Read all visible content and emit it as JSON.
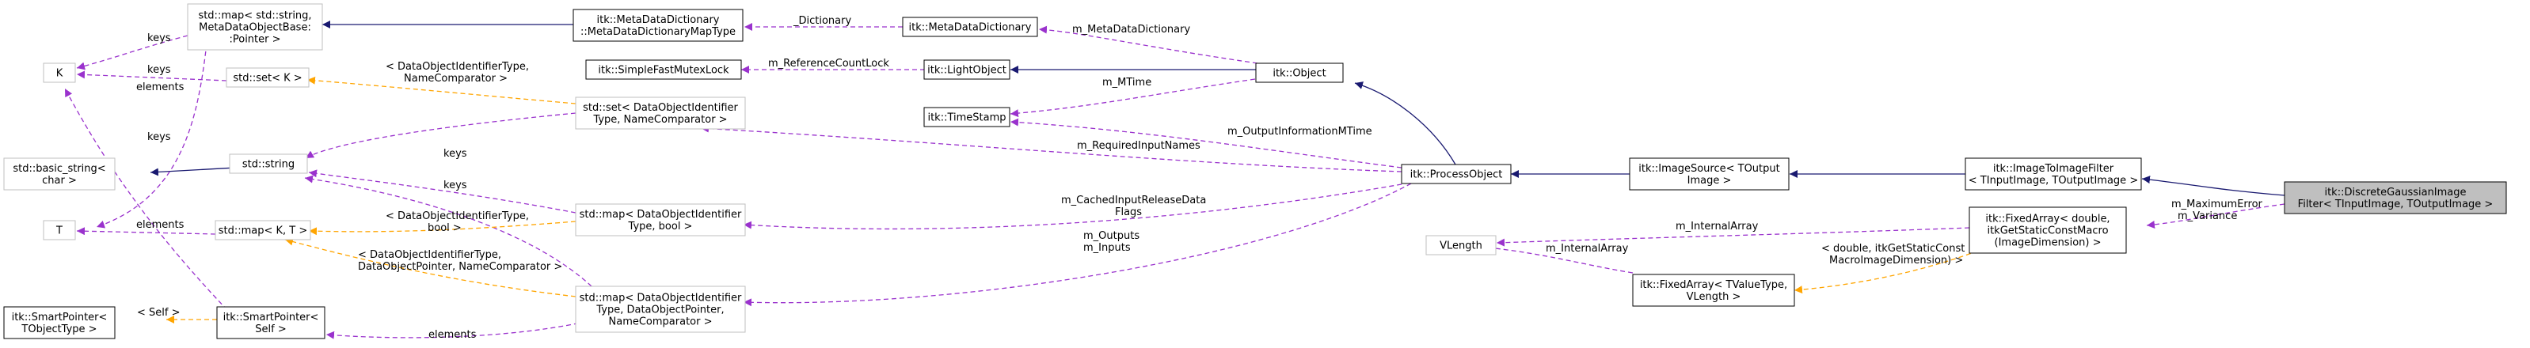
{
  "nodes": {
    "discrete": [
      "itk::DiscreteGaussianImage",
      "Filter< TInputImage, TOutputImage >"
    ],
    "img2img": [
      "itk::ImageToImageFilter",
      "< TInputImage, TOutputImage >"
    ],
    "imgsource": [
      "itk::ImageSource< TOutput",
      "Image >"
    ],
    "procobj": [
      "itk::ProcessObject"
    ],
    "object": [
      "itk::Object"
    ],
    "lightobj": [
      "itk::LightObject"
    ],
    "timestamp": [
      "itk::TimeStamp"
    ],
    "mdd": [
      "itk::MetaDataDictionary"
    ],
    "mddmap": [
      "itk::MetaDataDictionary",
      "::MetaDataDictionaryMapType"
    ],
    "mutex": [
      "itk::SimpleFastMutexLock"
    ],
    "mapstrmeta": [
      "std::map< std::string,",
      "MetaDataObjectBase:",
      ":Pointer >"
    ],
    "setK": [
      "std::set< K >"
    ],
    "K": [
      "K"
    ],
    "basicstr": [
      "std::basic_string<",
      "char >"
    ],
    "stdstring": [
      "std::string"
    ],
    "setDOI": [
      "std::set< DataObjectIdentifier",
      "Type, NameComparator >"
    ],
    "mapDOIbool": [
      "std::map< DataObjectIdentifier",
      "Type, bool >"
    ],
    "mapKT": [
      "std::map< K, T >"
    ],
    "T": [
      "T"
    ],
    "mapDOIptr": [
      "std::map< DataObjectIdentifier",
      "Type, DataObjectPointer,",
      "NameComparator >"
    ],
    "smartself": [
      "itk::SmartPointer<",
      "Self >"
    ],
    "smartobj": [
      "itk::SmartPointer<",
      "TObjectType >"
    ],
    "fixedarr": [
      "itk::FixedArray< double,",
      "itkGetStaticConstMacro",
      "(ImageDimension) >"
    ],
    "fixedarrT": [
      "itk::FixedArray< TValueType,",
      "VLength >"
    ],
    "vlength": [
      "VLength"
    ]
  },
  "edges": {
    "maxerr": [
      "m_MaximumError",
      "m_Variance"
    ],
    "internal1": "m_InternalArray",
    "internal2": "m_InternalArray",
    "dbl": [
      "< double, itkGetStaticConst",
      "MacroImageDimension) >"
    ],
    "outinfo": "m_OutputInformationMTime",
    "reqinputs": "m_RequiredInputNames",
    "cached": [
      "m_CachedInputReleaseData",
      "Flags"
    ],
    "outputs": [
      "m_Outputs",
      "m_Inputs"
    ],
    "mtime": "m_MTime",
    "refcount": "m_ReferenceCountLock",
    "mdd": "m_MetaDataDictionary",
    "dict": "_Dictionary",
    "keys1": "keys",
    "keys2": "keys",
    "keys3": "keys",
    "keys4": "keys",
    "keys5": "keys",
    "elements1": "elements",
    "elements2": "elements",
    "elements3": "elements",
    "setDOIname": [
      "< DataObjectIdentifierType,",
      "NameComparator >"
    ],
    "mapbool": [
      "< DataObjectIdentifierType,",
      "bool >"
    ],
    "mapptr": [
      "< DataObjectIdentifierType,",
      "DataObjectPointer, NameComparator >"
    ],
    "self": "< Self >"
  },
  "colors": {
    "inheritance": "#191970",
    "usage": "#9a32cd",
    "template": "#ffa500",
    "focus_fill": "#bfbfbf"
  }
}
